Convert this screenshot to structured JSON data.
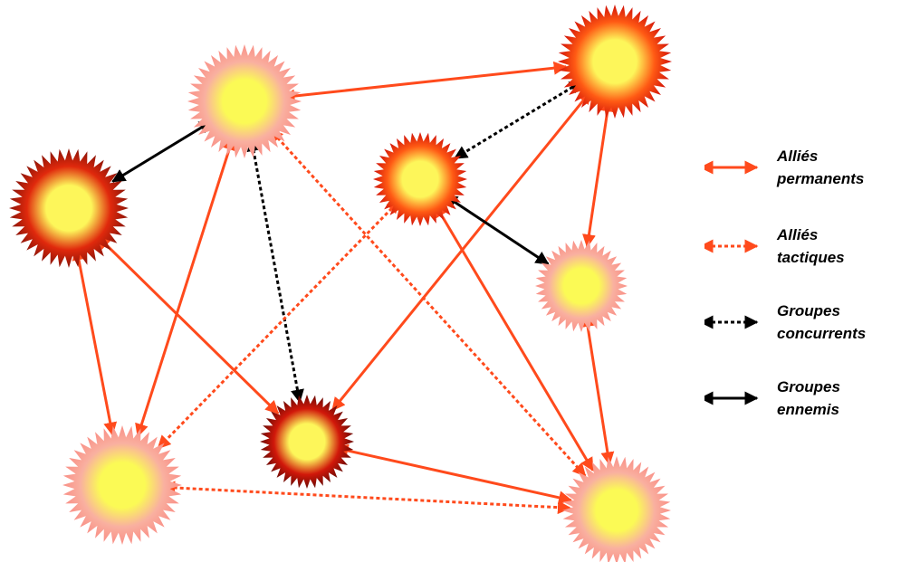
{
  "colors": {
    "permanent": "#ff4a1c",
    "tactical": "#ff4a1c",
    "competitor": "#000000",
    "enemy": "#000000"
  },
  "node_styles": {
    "pale": {
      "outer": "#f98f86",
      "mid": "#f9b0a0",
      "core": "#fbfa55"
    },
    "fire": {
      "outer": "#d11208",
      "mid": "#ff5a14",
      "core": "#fdf65a"
    },
    "dark": {
      "outer": "#8b1408",
      "mid": "#e0290c",
      "core": "#fdf65a"
    },
    "deep": {
      "outer": "#6a0a04",
      "mid": "#d1180a",
      "core": "#fdf65a"
    }
  },
  "nodes": [
    {
      "id": "n1",
      "style": "pale",
      "name": "node-top-center-left"
    },
    {
      "id": "n2",
      "style": "fire",
      "name": "node-top-right"
    },
    {
      "id": "n3",
      "style": "dark",
      "name": "node-left"
    },
    {
      "id": "n4",
      "style": "fire",
      "name": "node-center"
    },
    {
      "id": "n5",
      "style": "pale",
      "name": "node-right-middle"
    },
    {
      "id": "n6",
      "style": "pale",
      "name": "node-bottom-left"
    },
    {
      "id": "n7",
      "style": "deep",
      "name": "node-bottom-center"
    },
    {
      "id": "n8",
      "style": "pale",
      "name": "node-bottom-right"
    }
  ],
  "edges": [
    {
      "from": "n1",
      "to": "n2",
      "type": "permanent"
    },
    {
      "from": "n1",
      "to": "n3",
      "type": "enemy"
    },
    {
      "from": "n1",
      "to": "n6",
      "type": "permanent"
    },
    {
      "from": "n1",
      "to": "n7",
      "type": "competitor"
    },
    {
      "from": "n1",
      "to": "n8",
      "type": "tactical"
    },
    {
      "from": "n2",
      "to": "n4",
      "type": "competitor"
    },
    {
      "from": "n2",
      "to": "n5",
      "type": "permanent"
    },
    {
      "from": "n2",
      "to": "n7",
      "type": "permanent"
    },
    {
      "from": "n3",
      "to": "n6",
      "type": "permanent"
    },
    {
      "from": "n3",
      "to": "n7",
      "type": "permanent"
    },
    {
      "from": "n4",
      "to": "n5",
      "type": "enemy"
    },
    {
      "from": "n4",
      "to": "n6",
      "type": "tactical"
    },
    {
      "from": "n4",
      "to": "n8",
      "type": "permanent"
    },
    {
      "from": "n5",
      "to": "n8",
      "type": "permanent"
    },
    {
      "from": "n6",
      "to": "n8",
      "type": "tactical"
    },
    {
      "from": "n7",
      "to": "n8",
      "type": "permanent"
    }
  ],
  "legend": [
    {
      "type": "permanent",
      "line1": "Alliés",
      "line2": "permanents"
    },
    {
      "type": "tactical",
      "line1": "Alliés",
      "line2": "tactiques"
    },
    {
      "type": "competitor",
      "line1": "Groupes",
      "line2": "concurrents"
    },
    {
      "type": "enemy",
      "line1": "Groupes",
      "line2": "ennemis"
    }
  ]
}
